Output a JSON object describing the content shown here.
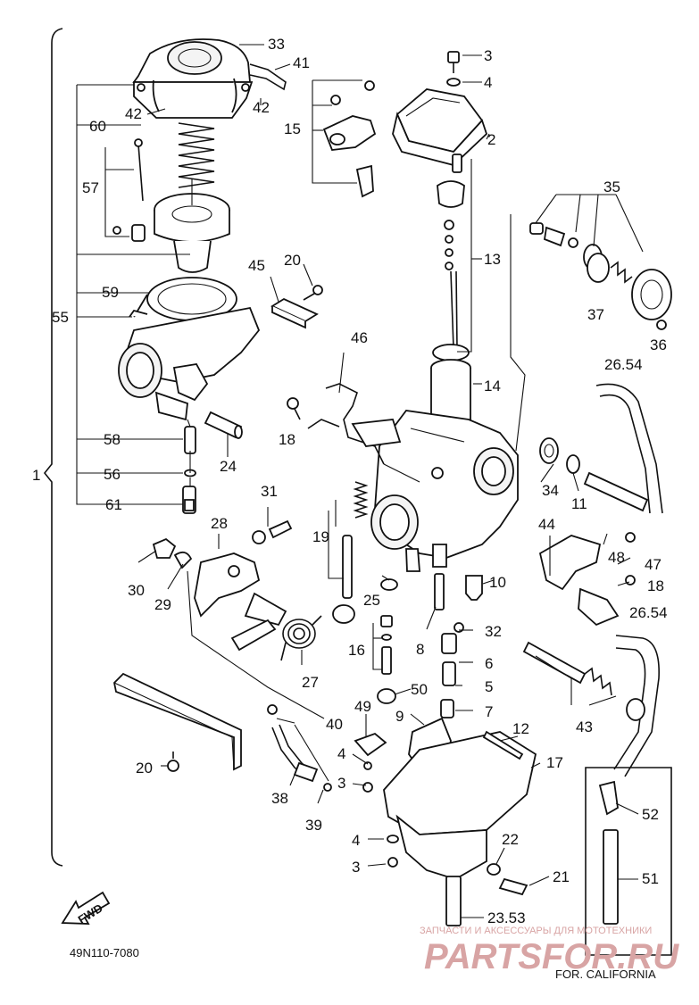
{
  "diagram": {
    "callouts": [
      {
        "id": "c33",
        "text": "33"
      },
      {
        "id": "c41",
        "text": "41"
      },
      {
        "id": "c42a",
        "text": "42"
      },
      {
        "id": "c42b",
        "text": "42"
      },
      {
        "id": "c60",
        "text": "60"
      },
      {
        "id": "c57",
        "text": "57"
      },
      {
        "id": "c59",
        "text": "59"
      },
      {
        "id": "c55",
        "text": "55"
      },
      {
        "id": "c58",
        "text": "58"
      },
      {
        "id": "c56",
        "text": "56"
      },
      {
        "id": "c61",
        "text": "61"
      },
      {
        "id": "c1",
        "text": "1"
      },
      {
        "id": "c20a",
        "text": "20"
      },
      {
        "id": "c45",
        "text": "45"
      },
      {
        "id": "c24",
        "text": "24"
      },
      {
        "id": "c18a",
        "text": "18"
      },
      {
        "id": "c46",
        "text": "46"
      },
      {
        "id": "c15",
        "text": "15"
      },
      {
        "id": "c3a",
        "text": "3"
      },
      {
        "id": "c4a",
        "text": "4"
      },
      {
        "id": "c2",
        "text": "2"
      },
      {
        "id": "c13",
        "text": "13"
      },
      {
        "id": "c14",
        "text": "14"
      },
      {
        "id": "c35",
        "text": "35"
      },
      {
        "id": "c37",
        "text": "37"
      },
      {
        "id": "c36",
        "text": "36"
      },
      {
        "id": "c26a",
        "text": "26.54"
      },
      {
        "id": "c34",
        "text": "34"
      },
      {
        "id": "c11",
        "text": "11"
      },
      {
        "id": "c44",
        "text": "44"
      },
      {
        "id": "c48",
        "text": "48"
      },
      {
        "id": "c47",
        "text": "47"
      },
      {
        "id": "c18b",
        "text": "18"
      },
      {
        "id": "c26b",
        "text": "26.54"
      },
      {
        "id": "c43",
        "text": "43"
      },
      {
        "id": "c31",
        "text": "31"
      },
      {
        "id": "c28",
        "text": "28"
      },
      {
        "id": "c19",
        "text": "19"
      },
      {
        "id": "c30",
        "text": "30"
      },
      {
        "id": "c29",
        "text": "29"
      },
      {
        "id": "c27",
        "text": "27"
      },
      {
        "id": "c25",
        "text": "25"
      },
      {
        "id": "c16",
        "text": "16"
      },
      {
        "id": "c10",
        "text": "10"
      },
      {
        "id": "c8",
        "text": "8"
      },
      {
        "id": "c32",
        "text": "32"
      },
      {
        "id": "c6",
        "text": "6"
      },
      {
        "id": "c5",
        "text": "5"
      },
      {
        "id": "c50",
        "text": "50"
      },
      {
        "id": "c7",
        "text": "7"
      },
      {
        "id": "c9",
        "text": "9"
      },
      {
        "id": "c49",
        "text": "49"
      },
      {
        "id": "c12",
        "text": "12"
      },
      {
        "id": "c17",
        "text": "17"
      },
      {
        "id": "c40",
        "text": "40"
      },
      {
        "id": "c4b",
        "text": "4"
      },
      {
        "id": "c3b",
        "text": "3"
      },
      {
        "id": "c38",
        "text": "38"
      },
      {
        "id": "c39",
        "text": "39"
      },
      {
        "id": "c20b",
        "text": "20"
      },
      {
        "id": "c4c",
        "text": "4"
      },
      {
        "id": "c3c",
        "text": "3"
      },
      {
        "id": "c22",
        "text": "22"
      },
      {
        "id": "c21",
        "text": "21"
      },
      {
        "id": "c23",
        "text": "23.53"
      },
      {
        "id": "c52",
        "text": "52"
      },
      {
        "id": "c51",
        "text": "51"
      }
    ],
    "fwd_label": "FWD",
    "drawing_number": "49N110-7080",
    "region_note": "FOR. CALIFORNIA"
  },
  "watermark": {
    "tagline": "ЗАПЧАСТИ И АКСЕССУАРЫ ДЛЯ МОТОТЕХНИКИ",
    "brand": "PARTSFOR.RU",
    "color": "#d8a4a4"
  }
}
